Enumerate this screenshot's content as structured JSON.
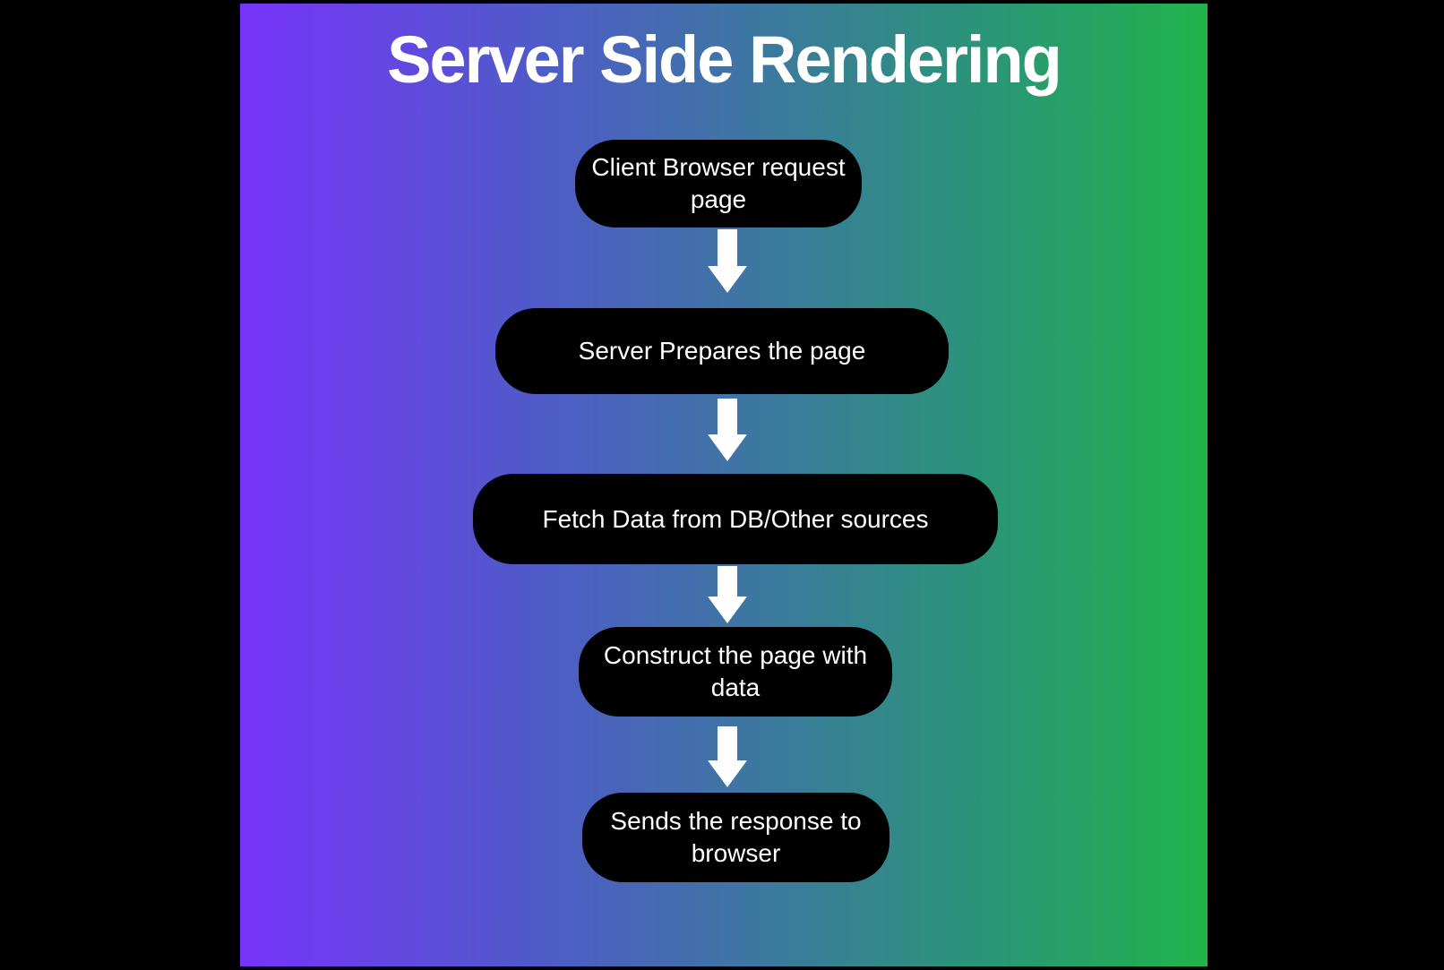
{
  "title": "Server Side Rendering",
  "flow": {
    "nodes": [
      {
        "id": "client-request",
        "label": "Client Browser request page"
      },
      {
        "id": "server-prepares",
        "label": "Server Prepares the page"
      },
      {
        "id": "fetch-data",
        "label": "Fetch Data from DB/Other sources"
      },
      {
        "id": "construct-page",
        "label": "Construct the page with data"
      },
      {
        "id": "send-response",
        "label": "Sends the response to browser"
      }
    ],
    "connector_icon": "down-arrow-icon"
  },
  "colors": {
    "gradient_start": "#7733fa",
    "gradient_mid1": "#4f5bc8",
    "gradient_mid2": "#2a9577",
    "gradient_end": "#21b34b",
    "node_bg": "#000000",
    "text_color": "#ffffff",
    "arrow_color": "#ffffff",
    "frame_bg": "#000000"
  }
}
